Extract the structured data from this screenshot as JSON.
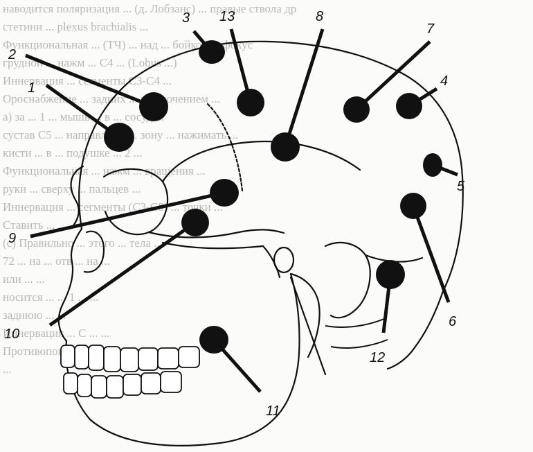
{
  "background_text": [
    "наводится поляризация ... (д. Лобзанс) ... правые ствола др",
    "стетини ... plexus brachialis ...",
    "Функциональная ... (ТЧ) ... над ... бойкой ... фокус",
    "грудной ... нажм ... C4 ... (Lobus ...)",
    "Иннервация ... сегменты C3-C4 ...",
    "Ороснабжение ... задних ... исключением ...",
    "а) за ... 1 ... мышь ... в ... сосуд ...",
    "сустав C5 ... направляют ... зону ... нажимать ...",
    "кисти ... в ... подушке ... 2 ...",
    "Функциональная ... нажм ... вращения ...",
    "руки ... сверху ... пальцев ...",
    "Иннервация ... сегменты (C3-C8) ... точки ...",
    "Ставить ... ...",
    "(c) Правильно ... этого ... тела ...",
    "72 ... на ... отв ... на ...",
    "или ... ...",
    "носится ... ... 1 ... ...",
    "заднюю ... ...",
    "Иннервация ... C ... ...",
    "Противопоказания ... ... ...",
    "..."
  ],
  "points": [
    {
      "id": "1",
      "label": "1"
    },
    {
      "id": "2",
      "label": "2"
    },
    {
      "id": "3",
      "label": "3"
    },
    {
      "id": "4",
      "label": "4"
    },
    {
      "id": "5",
      "label": "5"
    },
    {
      "id": "6",
      "label": "6"
    },
    {
      "id": "7",
      "label": "7"
    },
    {
      "id": "8",
      "label": "8"
    },
    {
      "id": "9",
      "label": "9"
    },
    {
      "id": "10",
      "label": "10"
    },
    {
      "id": "11",
      "label": "11"
    },
    {
      "id": "12",
      "label": "12"
    },
    {
      "id": "13",
      "label": "13"
    }
  ]
}
